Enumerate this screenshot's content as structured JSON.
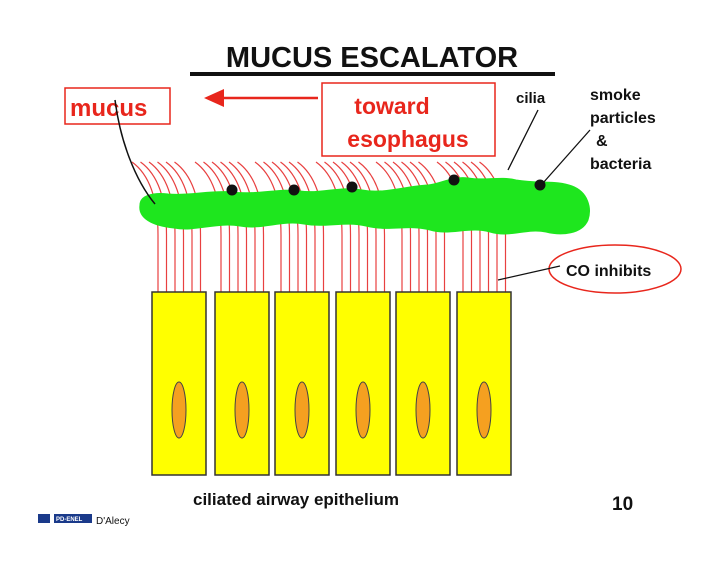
{
  "slide": {
    "title": "MUCUS ESCALATOR",
    "page_number": "10",
    "footer_author": "D'Alecy",
    "footer_logo_text": "PD-ENEL"
  },
  "labels": {
    "mucus": "mucus",
    "toward_line1": "toward",
    "toward_line2": "esophagus",
    "cilia": "cilia",
    "smoke_line1": "smoke",
    "smoke_line2": "particles",
    "smoke_line3": "&",
    "smoke_line4": "bacteria",
    "co_inhibits": "CO inhibits",
    "epithelium": "ciliated airway epithelium"
  },
  "colors": {
    "mucus_green": "#1ee61e",
    "cell_yellow": "#ffff00",
    "nucleus_orange": "#f5a020",
    "cilia_red": "#e84040",
    "label_red": "#e8261c",
    "ink": "#111111"
  }
}
